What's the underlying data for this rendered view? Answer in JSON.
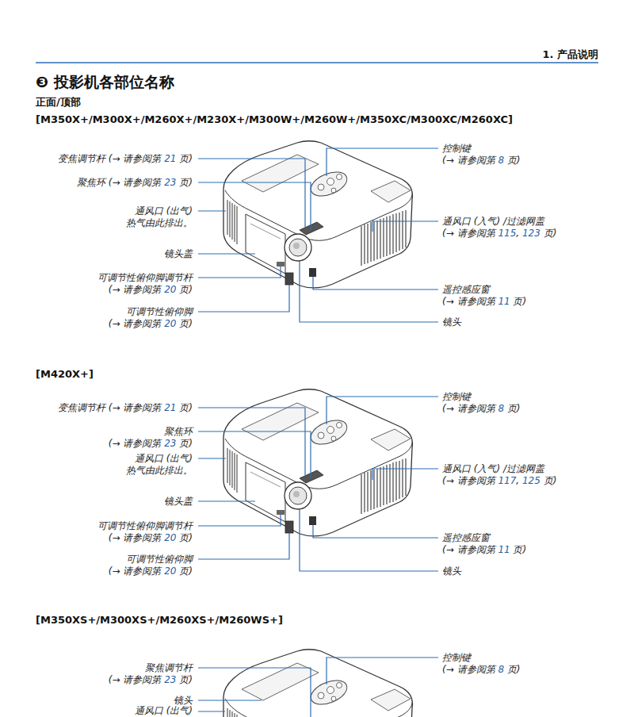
{
  "diagram": {
    "title": "❸ 投影机各部位名称",
    "labels": [
      "1. 产品说明",
      "正面/顶部",
      "[M350X+/M300X+/M260X+/M230X+/M300W+/M260W+/M350XC/M300XC/M260XC]",
      "变焦调节杆 (→ 请参阅第 21 页)",
      "聚焦环 (→ 请参阅第 23 页)",
      "通风口 (出气) 热气由此排出。",
      "镜头盖",
      "可调节性俯仰脚调节杆 (→ 请参阅第 20 页)",
      "可调节性俯仰脚 (→ 请参阅第 20 页)",
      "控制键 (→ 请参阅第 8 页)",
      "通风口 (入气) /过滤网盖 (→ 请参阅第 115, 123 页)",
      "遥控感应窗 (→ 请参阅第 11 页)",
      "镜头",
      "[M420X+]",
      "变焦调节杆 (→ 请参阅第 21 页)",
      "聚焦环 (→ 请参阅第 23 页)",
      "通风口 (出气) 热气由此排出。",
      "镜头盖",
      "可调节性俯仰脚调节杆 (→ 请参阅第 20 页)",
      "可调节性俯仰脚 (→ 请参阅第 20 页)",
      "控制键 (→ 请参阅第 8 页)",
      "通风口 (入气) /过滤网盖 (→ 请参阅第 117, 125 页)",
      "遥控感应窗 (→ 请参阅第 11 页)",
      "镜头",
      "[M350XS+/M300XS+/M260XS+/M260WS+]",
      "聚焦调节杆 (→ 请参阅第 23 页)",
      "镜头",
      "通风口 (出气)",
      "控制键 (→ 请参阅第 8 页)"
    ]
  }
}
